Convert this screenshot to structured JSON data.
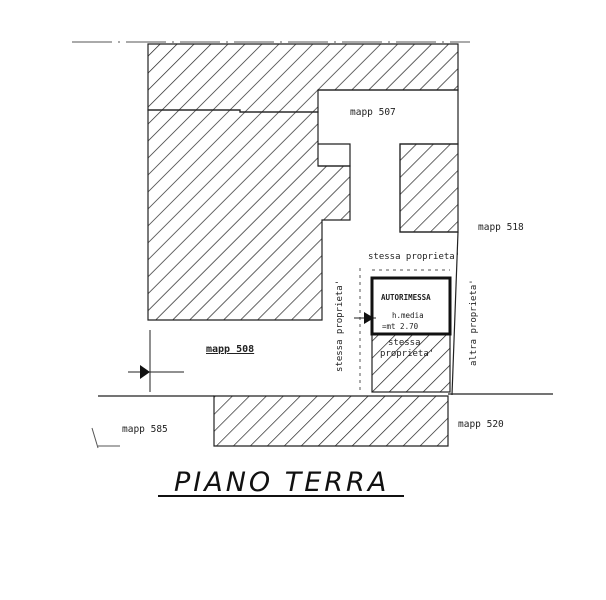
{
  "labels": {
    "mapp_507": "mapp 507",
    "mapp_518": "mapp 518",
    "mapp_508": "mapp 508",
    "mapp_585": "mapp 585",
    "mapp_520": "mapp 520",
    "stessa_top": "stessa proprieta'",
    "stessa_left": "stessa proprieta'",
    "stessa_bottom_1": "stessa",
    "stessa_bottom_2": "proprieta'",
    "altra": "altra proprieta'",
    "garage_name": "AUTORIMESSA",
    "garage_h1": "h.media",
    "garage_h2": "=mt 2.70"
  },
  "title": "PIANO TERRA"
}
